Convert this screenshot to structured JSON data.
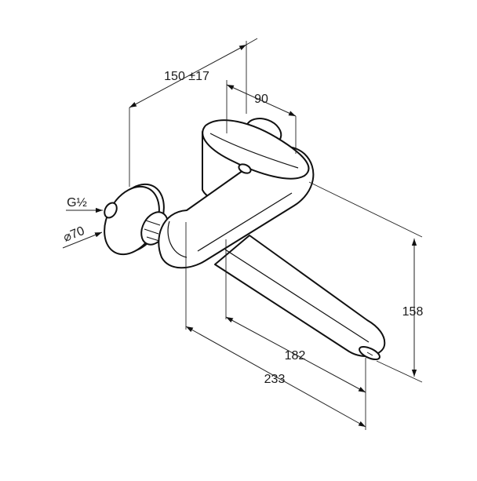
{
  "dimensions": {
    "mounting_distance": "150 ±17",
    "lever_offset": "90",
    "connection_thread": "G½",
    "rosette_diameter": "⌀70",
    "height": "158",
    "spout_reach": "182",
    "total_projection": "233"
  },
  "colors": {
    "line": "#111111",
    "background": "#ffffff"
  }
}
